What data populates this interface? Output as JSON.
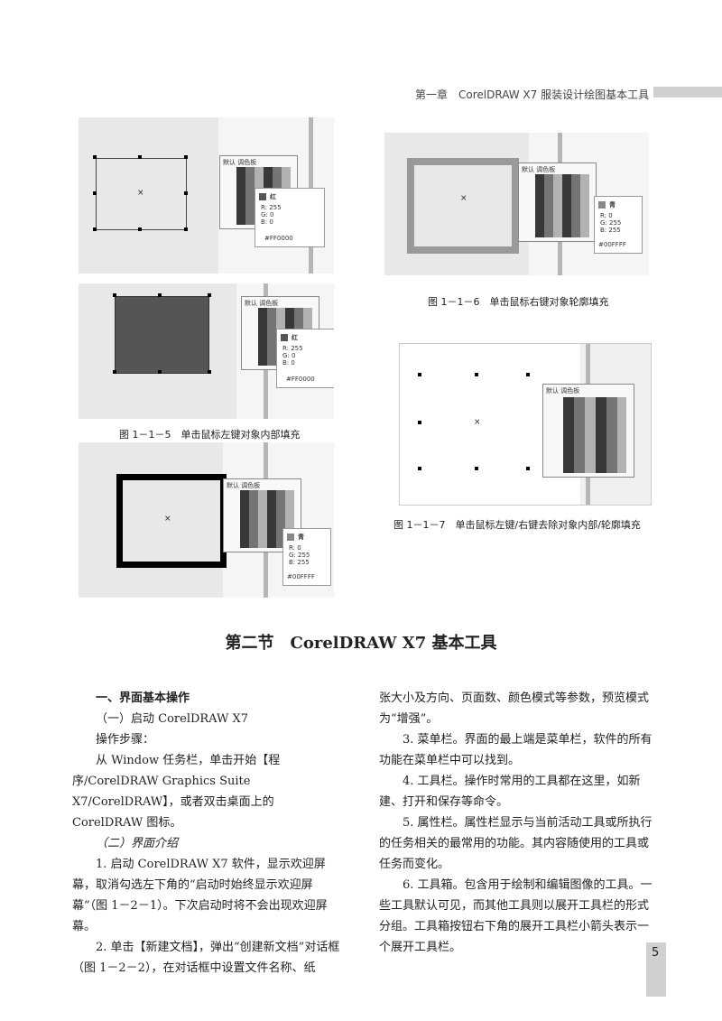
{
  "header": {
    "running_title": "第一章　CorelDRAW X7 服装设计绘图基本工具"
  },
  "figures": {
    "palette_title": "默认 调色板",
    "red_swatch": {
      "name": "红",
      "r": "R: 255",
      "g": "G: 0",
      "b": "B: 0",
      "hex": "#FF0000"
    },
    "cyan_swatch": {
      "name": "青",
      "r": "R: 0",
      "g": "G: 255",
      "b": "B: 255",
      "hex": "#00FFFF"
    },
    "caption_1_1_5": "图 1－1－5　单击鼠标左键对象内部填充",
    "caption_1_1_6": "图 1－1－6　单击鼠标右键对象轮廓填充",
    "caption_1_1_7": "图 1－1－7　单击鼠标左键/右键去除对象内部/轮廓填充"
  },
  "section": {
    "title": "第二节　CorelDRAW X7 基本工具"
  },
  "left_column": {
    "h1": "一、界面基本操作",
    "h2": "（一）启动 CorelDRAW X7",
    "p1": "操作步骤：",
    "p2": "从 Window 任务栏，单击开始【程序/CorelDRAW Graphics Suite X7/CorelDRAW】，或者双击桌面上的 CorelDRAW 图标。",
    "h3": "（二）界面介绍",
    "p3": "1. 启动 CorelDRAW X7 软件，显示欢迎屏幕，取消勾选左下角的“启动时始终显示欢迎屏幕”（图 1－2－1）。下次启动时将不会出现欢迎屏幕。",
    "p4": "2. 单击【新建文档】，弹出“创建新文档”对话框（图 1－2－2），在对话框中设置文件名称、纸"
  },
  "right_column": {
    "p1": "张大小及方向、页面数、颜色模式等参数，预览模式为“增强”。",
    "p2": "3. 菜单栏。界面的最上端是菜单栏，软件的所有功能在菜单栏中可以找到。",
    "p3": "4. 工具栏。操作时常用的工具都在这里，如新建、打开和保存等命令。",
    "p4": "5. 属性栏。属性栏显示与当前活动工具或所执行的任务相关的最常用的功能。其内容随使用的工具或任务而变化。",
    "p5": "6. 工具箱。包含用于绘制和编辑图像的工具。一些工具默认可见，而其他工具则以展开工具栏的形式分组。工具箱按钮右下角的展开工具栏小箭头表示一个展开工具栏。"
  },
  "page_number": "5"
}
